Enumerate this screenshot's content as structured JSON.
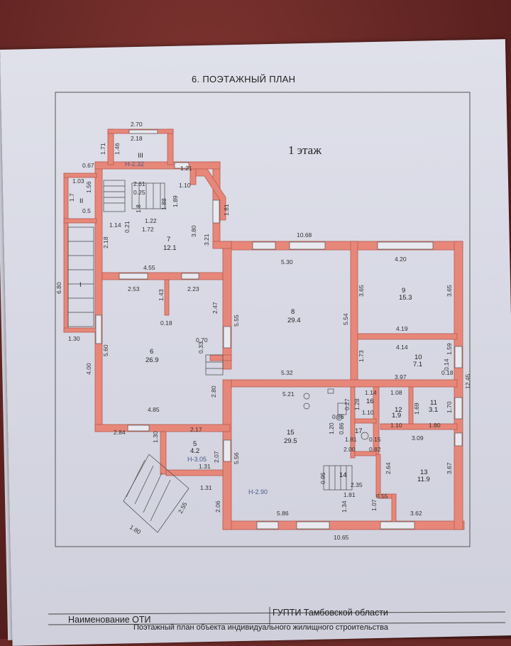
{
  "page_title": "6. ПОЭТАЖНЫЙ ПЛАН",
  "floor_label": "1 этаж",
  "footer": {
    "left": "Наименование ОТИ",
    "right": "ГУПТИ Тамбовской области",
    "bottom": "Поэтажный план объекта индивидуального жилищного строительства"
  },
  "colors": {
    "wall": "#e7877a",
    "wall_stroke": "#b85a4e",
    "paper": "#d9dae5",
    "ink": "#333333",
    "height_mark": "#4b5a8c"
  },
  "rooms": [
    {
      "id": "room-III",
      "number": "III",
      "height": "Н-2.32"
    },
    {
      "id": "room-II",
      "number": "II"
    },
    {
      "id": "room-I",
      "number": "I"
    },
    {
      "id": "room-7",
      "number": "7",
      "area": "12.1"
    },
    {
      "id": "room-6",
      "number": "6",
      "area": "26.9"
    },
    {
      "id": "room-5",
      "number": "5",
      "area": "4.2",
      "height": "Н-3.05"
    },
    {
      "id": "room-8",
      "number": "8",
      "area": "29.4"
    },
    {
      "id": "room-9",
      "number": "9",
      "area": "15.3"
    },
    {
      "id": "room-10",
      "number": "10",
      "area": "7.1"
    },
    {
      "id": "room-11",
      "number": "11",
      "area": "3.1"
    },
    {
      "id": "room-12",
      "number": "12",
      "area": "1.9"
    },
    {
      "id": "room-13",
      "number": "13",
      "area": "11.9"
    },
    {
      "id": "room-14",
      "number": "14"
    },
    {
      "id": "room-15",
      "number": "15",
      "area": "29.5",
      "height": "Н-2.90"
    },
    {
      "id": "room-16",
      "number": "16"
    },
    {
      "id": "room-17",
      "number": "17"
    }
  ],
  "dimensions": {
    "d270": "2.70",
    "d218": "2.18",
    "d171": "1.71",
    "d146": "1.46",
    "d067": "0.67",
    "d121": "1.21",
    "d110a": "1.10",
    "d103": "1.03",
    "d156": "1.56",
    "d17": "1.7",
    "d05": "0.5",
    "d261": "2.61",
    "d025": "0.25",
    "d18": "1.8",
    "d188": "1.88",
    "d189": "1.89",
    "d122": "1.22",
    "d181a": "1.81",
    "d114a": "1.14",
    "d021": "0.21",
    "d172": "1.72",
    "d380": "3.80",
    "d321": "3.21",
    "d218b": "2.18",
    "d455": "4.55",
    "d680": "6.80",
    "d253": "2.53",
    "d223": "2.23",
    "d143": "1.43",
    "d247": "2.47",
    "d018": "0.18",
    "d070": "0.70",
    "d033": "0.33",
    "d560": "5.60",
    "d400": "4.00",
    "d485": "4.85",
    "d130a": "1.30",
    "d284": "2.84",
    "d217": "2.17",
    "d130b": "1.30",
    "d131a": "1.31",
    "d207": "2.07",
    "d131b": "1.31",
    "d255": "2.55",
    "d180": "1.80",
    "d206": "2.06",
    "d1068": "10.68",
    "d530": "5.30",
    "d420": "4.20",
    "d555": "5.55",
    "d554": "5.54",
    "d365a": "3.65",
    "d365b": "3.65",
    "d419": "4.19",
    "d414": "4.14",
    "d173": "1.73",
    "d159": "1.59",
    "d532": "5.32",
    "d397": "3.97",
    "d018b": "0.18",
    "d014": "0.14",
    "d1245": "12.45",
    "d280": "2.80",
    "d521": "5.21",
    "d114b": "1.14",
    "d108": "1.08",
    "d170": "1.70",
    "d110b": "1.10",
    "d180b": "1.80",
    "d309": "3.09",
    "d086a": "0.86",
    "d120": "1.20",
    "d086b": "0.86",
    "d181b": "1.81",
    "d200": "2.00",
    "d082": "0.82",
    "d264": "2.64",
    "d367": "3.67",
    "d556": "5.56",
    "d095": "0.95",
    "d235": "2.35",
    "d181c": "1.81",
    "d134": "1.34",
    "d107": "1.07",
    "d055": "0.55",
    "d586": "5.86",
    "d362": "3.62",
    "d1065": "10.65",
    "d169": "1.69",
    "d128": "1.28",
    "d027": "0.27",
    "d015": "0.15"
  }
}
